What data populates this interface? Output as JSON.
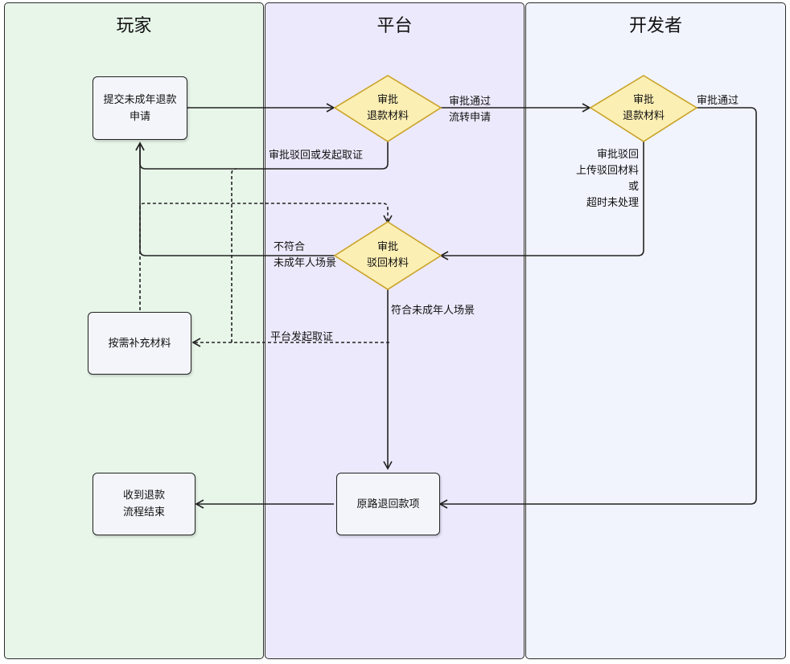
{
  "lanes": {
    "player": "玩家",
    "platform": "平台",
    "developer": "开发者"
  },
  "nodes": {
    "submit": "提交未成年退款\n申请",
    "platform_review": "审批\n退款材料",
    "developer_review": "审批\n退款材料",
    "rejected_review": "审批\n驳回材料",
    "supplement": "按需补充材料",
    "refund": "原路退回款项",
    "done": "收到退款\n流程结束"
  },
  "edge_labels": {
    "approved_forward": "审批通过\n流转申请",
    "reject_or_evidence": "审批驳回或发起取证",
    "dev_approved": "审批通过",
    "dev_reject": "审批驳回\n上传驳回材料\n或\n超时未处理",
    "not_match": "不符合\n未成年人场景",
    "match": "符合未成年人场景",
    "platform_evidence": "平台发起取证"
  },
  "colors": {
    "player_lane": "#e8f6ea",
    "platform_lane": "#ede9fc",
    "developer_lane": "#f1f4fd",
    "node_fill": "#f3f5fa",
    "diamond_fill": "#fcefb4",
    "diamond_stroke": "#c9a227",
    "line": "#222222"
  }
}
